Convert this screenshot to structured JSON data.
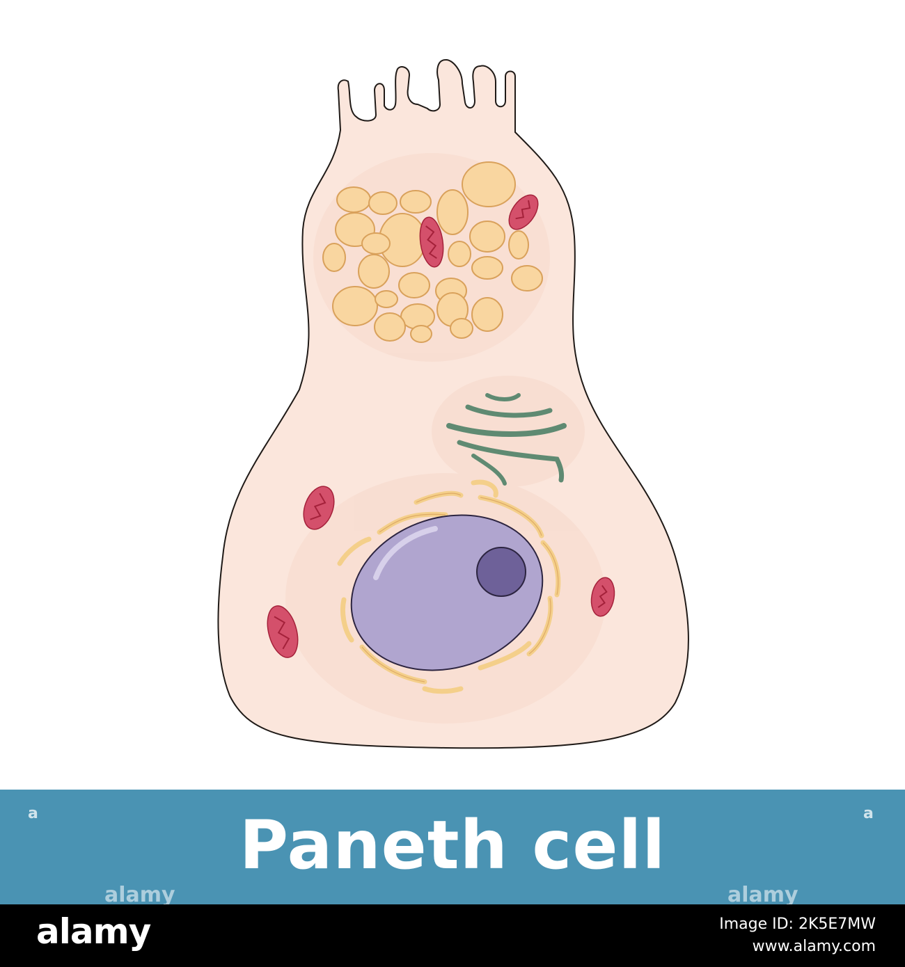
{
  "title": "Paneth cell",
  "watermark": {
    "short": "a",
    "long": "alamy"
  },
  "footer": {
    "brand": "alamy",
    "image_id": "Image ID: 2K5E7MW",
    "site": "www.alamy.com"
  },
  "colors": {
    "banner": "#4a93b3",
    "cytoplasm": "#fbe6dc",
    "cell_outline": "#1f1a17",
    "granule": "#f9d6a0",
    "granule_outline": "#d9a15b",
    "mitochondria": "#d4506b",
    "mitochondria_crista": "#a4213a",
    "golgi": "#5f8a72",
    "rough_er": "#f4cf8a",
    "nucleus": "#b0a5cf",
    "nucleolus": "#6e6199"
  }
}
